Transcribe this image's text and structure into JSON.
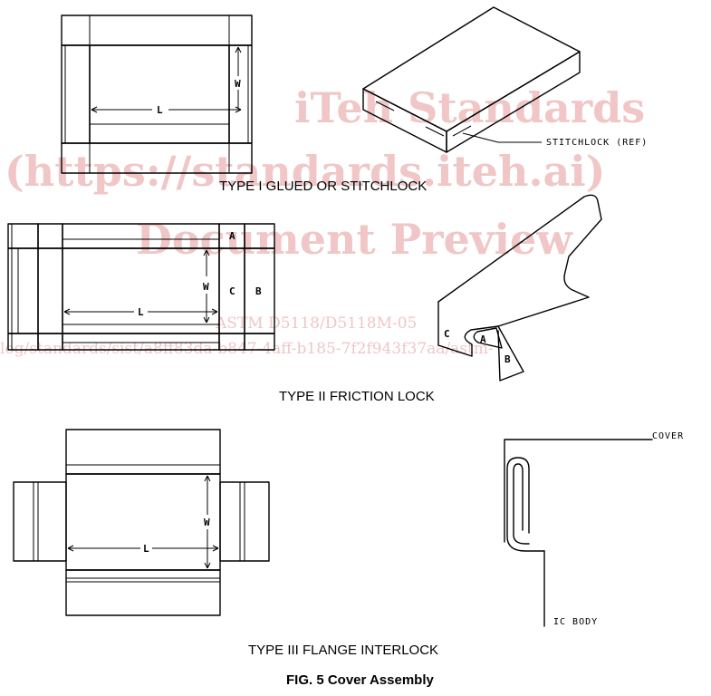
{
  "watermark": {
    "line1": "iTeh Standards",
    "line2": "(https://standards.iteh.ai)",
    "line3": "Document Preview",
    "line4": "ASTM D5118/D5118M-05",
    "line5": "log/standards/sist/a8ff83da-b847-4aff-b185-7f2f943f37aa/astm-"
  },
  "type1": {
    "caption": "TYPE I GLUED OR STITCHLOCK",
    "dim_l": "L",
    "dim_w": "W",
    "callout": "STITCHLOCK (REF)"
  },
  "type2": {
    "caption": "TYPE II FRICTION LOCK",
    "dim_l": "L",
    "dim_w": "W",
    "panel_a": "A",
    "panel_b": "B",
    "panel_c": "C",
    "iso_a": "A",
    "iso_b": "B",
    "iso_c": "C"
  },
  "type3": {
    "caption": "TYPE III FLANGE INTERLOCK",
    "dim_l": "L",
    "dim_w": "W",
    "cover_label": "COVER",
    "body_label": "IC BODY"
  },
  "figure_caption": "FIG. 5 Cover Assembly"
}
